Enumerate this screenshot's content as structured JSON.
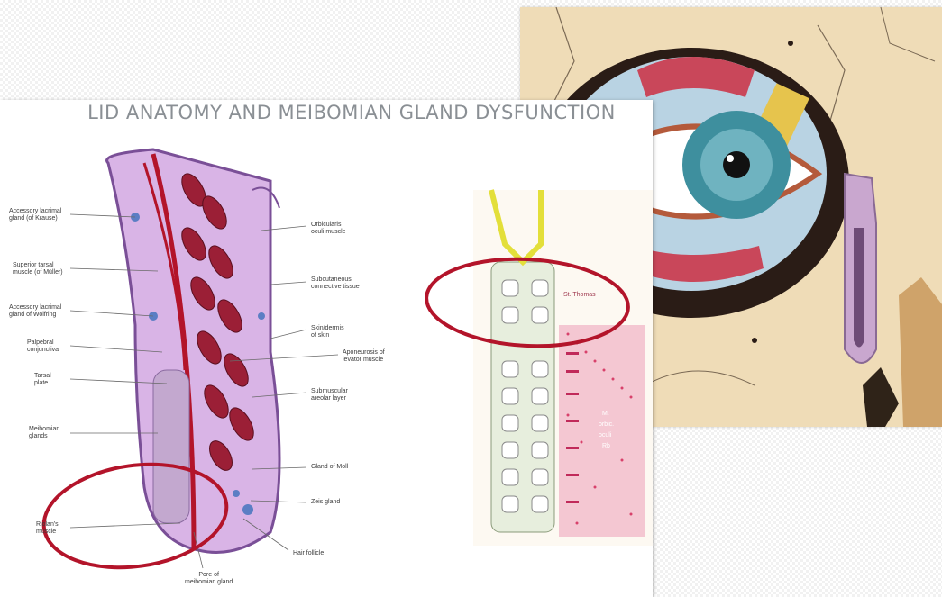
{
  "title": "LID ANATOMY AND MEIBOMIAN GLAND DYSFUNCTION",
  "left_labels": [
    "Accessory lacrimal\ngland (of Krause)",
    "Superior tarsal\nmuscle (of Müller)",
    "Accessory lacrimal\ngland of Wolfring",
    "Palpebral\nconjunctiva",
    "Tarsal\nplate",
    "Meibomian\nglands",
    "Riolan's\nmuscle"
  ],
  "right_labels": [
    "Orbicularis\noculi muscle",
    "Subcutaneous\nconnective tissue",
    "Skin/dermis\nof skin",
    "Aponeurosis of\nlevator muscle",
    "Submuscular\nareolar layer",
    "Gland of Moll",
    "Zeis gland",
    "Hair follicle"
  ],
  "bottom_label": "Pore of\nmeibomian gland",
  "inset_labels": [
    "St. Thomas",
    "M.",
    "orbic.",
    "oculi",
    "Rb"
  ],
  "colors": {
    "title": "#8a8f94",
    "circle": "#b3142a",
    "lid_fill": "#d9b4e6",
    "muscle": "#9b1f36",
    "skin": "#e8cfa6",
    "iris": "#3e8f9e"
  }
}
